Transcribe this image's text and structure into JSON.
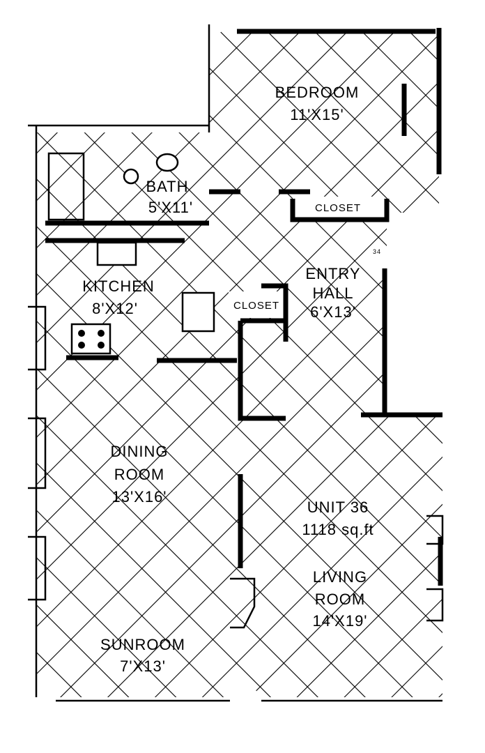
{
  "plan": {
    "unit_label": "UNIT 36",
    "area": "1118 sq.ft",
    "rooms": [
      {
        "name": "BEDROOM",
        "size": "11'X15'"
      },
      {
        "name": "BATH",
        "size": "5'X11'"
      },
      {
        "name": "KITCHEN",
        "size": "8'X12'"
      },
      {
        "name": "ENTRY HALL",
        "size": "6'X13'"
      },
      {
        "name": "DINING ROOM",
        "size": "13'X16'"
      },
      {
        "name": "LIVING ROOM",
        "size": "14'X19'"
      },
      {
        "name": "SUNROOM",
        "size": "7'X13'"
      }
    ],
    "closets": [
      "CLOSET",
      "CLOSET"
    ],
    "dimension_note": "34",
    "entry_line1": "ENTRY",
    "entry_line2": "HALL",
    "dining_line1": "DINING",
    "dining_line2": "ROOM",
    "living_line1": "LIVING",
    "living_line2": "ROOM"
  },
  "colors": {
    "ink": "#000000",
    "paper": "#ffffff"
  }
}
